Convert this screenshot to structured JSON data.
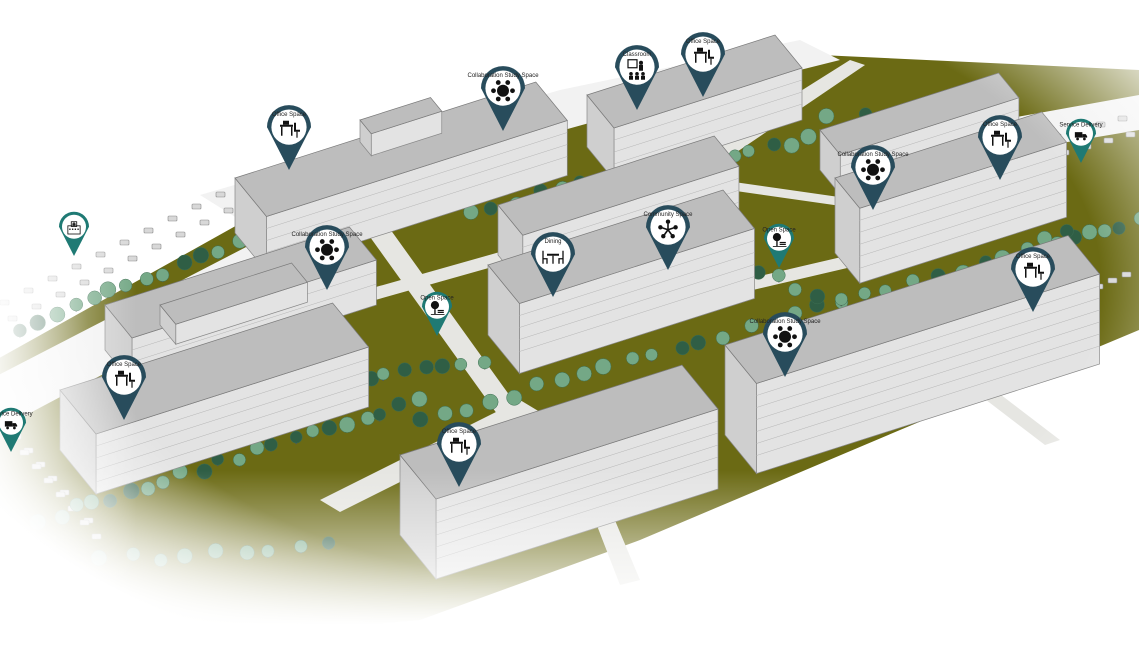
{
  "colors": {
    "ground": "#6b6a14",
    "ground_light": "#8a8926",
    "road": "#f2f2f2",
    "path": "#e6e6e2",
    "building_top": "#bdbdbd",
    "building_left": "#e3e3e3",
    "building_right": "#cfcfcf",
    "tree": "#74a886",
    "tree_dark": "#2f5e45",
    "pin_dark": "#284c5c",
    "pin_teal": "#1f7a74",
    "pin_face": "#ffffff"
  },
  "markers": [
    {
      "id": "office-space-nw",
      "label": "Office Space",
      "icon": "desk-chair-icon",
      "style": "dark"
    },
    {
      "id": "collab-north",
      "label": "Collaboration Study Space",
      "icon": "round-table-icon",
      "style": "dark"
    },
    {
      "id": "classroom",
      "label": "Classroom",
      "icon": "classroom-icon",
      "style": "dark"
    },
    {
      "id": "office-space-north",
      "label": "Office Space",
      "icon": "desk-chair-icon",
      "style": "dark"
    },
    {
      "id": "delivery-ne",
      "label": "Service Delivery",
      "icon": "truck-icon",
      "style": "teal"
    },
    {
      "id": "office-space-ne",
      "label": "Office Space",
      "icon": "desk-chair-icon",
      "style": "dark"
    },
    {
      "id": "collab-ne",
      "label": "Collaboration Study Space",
      "icon": "round-table-icon",
      "style": "dark"
    },
    {
      "id": "hospital-west",
      "label": "",
      "icon": "hospital-icon",
      "style": "teal"
    },
    {
      "id": "collab-west",
      "label": "Collaboration Study Space",
      "icon": "round-table-icon",
      "style": "dark"
    },
    {
      "id": "dining",
      "label": "Dining",
      "icon": "dining-table-icon",
      "style": "dark"
    },
    {
      "id": "community-space",
      "label": "Community Space",
      "icon": "community-icon",
      "style": "dark"
    },
    {
      "id": "open-space-east",
      "label": "Open Space",
      "icon": "park-bench-icon",
      "style": "teal"
    },
    {
      "id": "open-space-central",
      "label": "Open Space",
      "icon": "park-bench-icon",
      "style": "teal"
    },
    {
      "id": "office-space-east",
      "label": "Office Space",
      "icon": "desk-chair-icon",
      "style": "dark"
    },
    {
      "id": "collab-southeast",
      "label": "Collaboration Study Space",
      "icon": "round-table-icon",
      "style": "dark"
    },
    {
      "id": "office-space-west",
      "label": "Office Space",
      "icon": "desk-chair-icon",
      "style": "dark"
    },
    {
      "id": "delivery-west",
      "label": "Service Delivery",
      "icon": "truck-icon",
      "style": "teal"
    },
    {
      "id": "office-space-south",
      "label": "Office Space",
      "icon": "desk-chair-icon",
      "style": "dark"
    }
  ]
}
